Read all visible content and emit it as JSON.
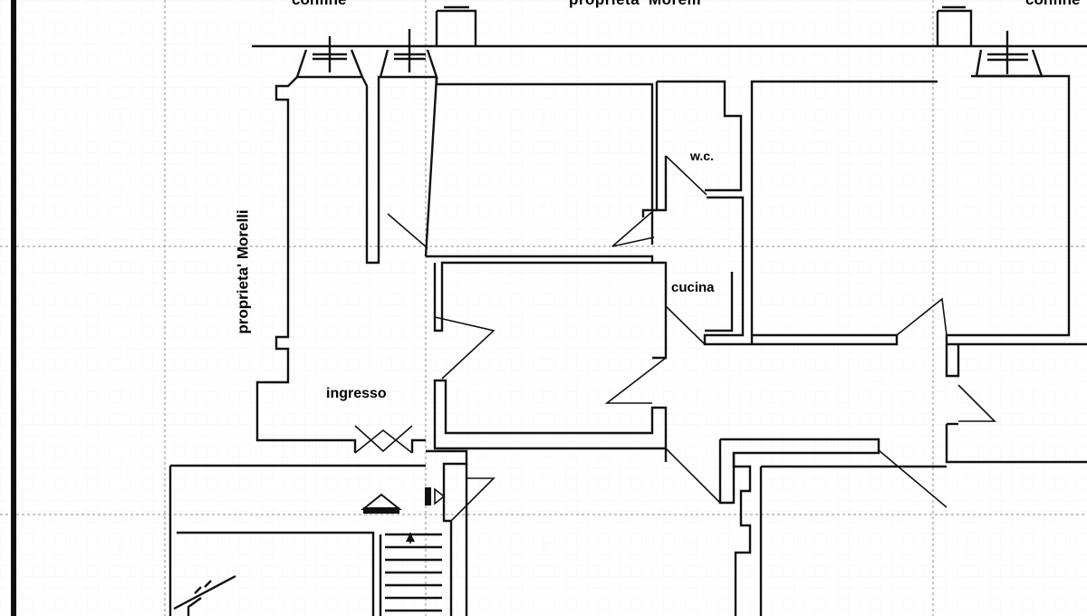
{
  "labels": {
    "ingresso": "ingresso",
    "wc": "w.c.",
    "cucina": "cucina",
    "vertical_left": "proprieta' Morelli",
    "top_left_partial": "confine",
    "top_mid_partial": "proprieta' Morelli",
    "top_right_partial": "confine"
  },
  "colors": {
    "wall": "#111111",
    "grid": "#9a9a9a",
    "background": "#ffffff"
  }
}
